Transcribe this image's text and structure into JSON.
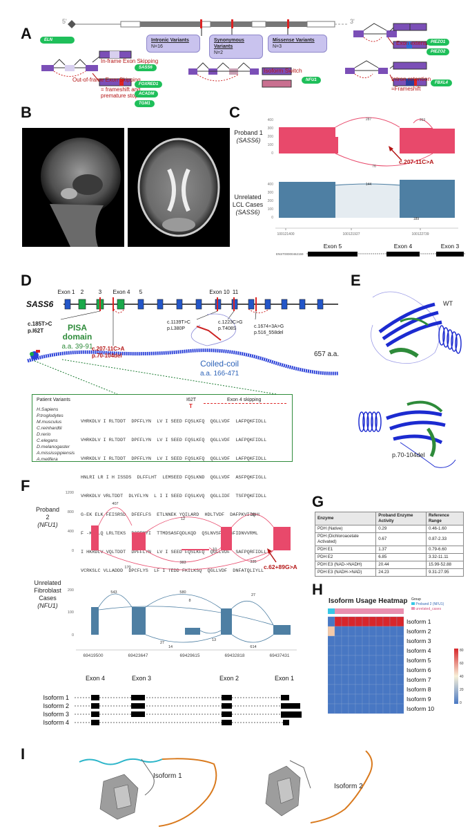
{
  "panels": {
    "a": "A",
    "b": "B",
    "c": "C",
    "d": "D",
    "e": "E",
    "f": "F",
    "g": "G",
    "h": "H",
    "i": "I"
  },
  "panel_a": {
    "five_prime": "5'",
    "three_prime": "3'",
    "gene_eln": "ELN",
    "intronic": {
      "title": "Intronic Variants",
      "n": "N=16"
    },
    "synonymous": {
      "title": "Synonymous Variants",
      "n": "N=2"
    },
    "missense": {
      "title": "Missense Variants",
      "n": "N=3"
    },
    "exon_extension": "Exon extension",
    "genes_extension": [
      "PIEZO1",
      "PIEZO2"
    ],
    "inframe": "In-frame Exon Skipping",
    "genes_inframe": [
      "SASS6"
    ],
    "outframe": "Out-of-frame Exon Skipping",
    "frameshift1": "= frameshift and",
    "frameshift2": "premature stop codon",
    "genes_outframe": [
      "FOXRED1",
      "ACADM",
      "TGM1"
    ],
    "isoform_switch": "Isoform Switch",
    "genes_isoform": [
      "NFU1"
    ],
    "intron_retention": "Intron retention",
    "frameshift_short": "=Frameshift",
    "genes_retention": [
      "FBXL4"
    ]
  },
  "panel_c": {
    "proband_label1": "Proband 1",
    "proband_label2": "(SASS6)",
    "variant": "c.207-11C>A",
    "control_label1": "Unrelated",
    "control_label2": "LCL Cases",
    "control_label3": "(SASS6)",
    "junctions_top": [
      "287",
      "263",
      "76"
    ],
    "junctions_bottom": [
      "144",
      "189"
    ],
    "yticks": [
      "400",
      "300",
      "200",
      "100",
      "0"
    ],
    "xticks": [
      "100121400",
      "100121927",
      "100122739"
    ],
    "transcript": "ENST00000462159",
    "exons": [
      "Exon 5",
      "Exon 4",
      "Exon 3"
    ]
  },
  "panel_d": {
    "gene": "SASS6",
    "exon_labels": [
      "Exon 1",
      "2",
      "3",
      "Exon 4",
      "5",
      "Exon 10",
      "11"
    ],
    "v1a": "c.185T>C",
    "v1b": "p.I62T",
    "pisa1": "PISA",
    "pisa2": "domain",
    "pisa3": "a.a. 39-91",
    "v2a": "c.207-11C>A",
    "v2b": "p.70-104del",
    "v3a": "c.1139T>C",
    "v3b": "p.L380P",
    "v4a": "c.1223C>G",
    "v4b": "p.T408S",
    "v5a": "c.1674+3A>G",
    "v5b": "p.516_558del",
    "length": "657 a.a.",
    "coil1": "Coiled-coil",
    "coil2": "a.a. 166-471",
    "msa_header": "Patient Variants",
    "msa_i62t": "I62T",
    "msa_exon4": "Exon 4 skipping",
    "species": [
      "H.Sapiens",
      "P.troglodytes",
      "M.musculus",
      "C.reinhardtii",
      "D.rerio",
      "C.elegans",
      "D.melanogaster",
      "A.mississippiensis",
      "A.melifera"
    ],
    "seqs": [
      "VHRKDLV I RLTDDT  DPFFLYN  LV I SEED FQSLKFQ  QGLLVDF  LAFPQKFIDLL",
      "VHRKDLV I RLTDDT  DPFFLYN  LV I SEED FQSLKFQ  QGLLVDF  LAFPQKFIDLL",
      "VHRKDLV I RLTDDT  DPFFLYN  LV I SEED FQSLKFQ  QGLLVDF  LAFPQKFIDLL",
      "HNLRI LR I H ISSDS  DLFFLHT  LEMSEED FQSLKND  QGLLVDF  ASFPQKFIGLL",
      "VHRKDLV VRLTDDT  DLYFLYN  L I I SEED FQSLKVQ  QGLLIDF  TSFPQKFIDLL",
      "G-EK ELK FEISRSD  DFEFLFS  ETLNNEK YQILARD  HDLTVDF  DAFPKVIIQHL",
      "F -KELLQ LRLTEKS  DQRRMYI  TTMDSASFQDLKQD  QSLNVSF  SGFIDNVVRML",
      "I HKRDLV VQLTDDT  DPFFLYN  LV I SEED FQSLKFQ  QGLLVDF  SAFPQRFIDLL",
      "VCRKSLC VLLADDD  DPCFLYS  LF I TEDD FKILKSQ  QGLLVDF  DNFATQLIYLL"
    ]
  },
  "panel_e": {
    "wt": "WT",
    "mut": "p.70-104del"
  },
  "panel_f": {
    "proband_label1": "Proband",
    "proband_label2": "2",
    "proband_label3": "(NFU1)",
    "variant": "c.62+89G>A",
    "control_label1": "Unrelated",
    "control_label2": "Fibroblast",
    "control_label3": "Cases",
    "control_label4": "(NFU1)",
    "yticks_top": [
      "1200",
      "800",
      "400",
      "0"
    ],
    "yticks_bottom": [
      "200",
      "100",
      "0"
    ],
    "junctions_top": [
      "407",
      "12",
      "26",
      "10",
      "383",
      "170",
      "335"
    ],
    "junctions_bottom": [
      "543",
      "580",
      "27",
      "8",
      "27",
      "14",
      "13",
      "614"
    ],
    "xticks": [
      "69419500",
      "69423647",
      "69429615",
      "69432818",
      "69437431"
    ],
    "exons": [
      "Exon 4",
      "Exon 3",
      "Exon 2",
      "Exon 1"
    ],
    "isoforms": [
      "Isoform 1",
      "Isoform 2",
      "Isoform 3",
      "Isoform 4"
    ]
  },
  "panel_g": {
    "headers": [
      "Enzyme",
      "Proband Enzyme Activity",
      "Reference Range"
    ],
    "rows": [
      [
        "PDH (Native)",
        "0.29",
        "0.46-1.60"
      ],
      [
        "PDH (Dichloroacetate Activated)",
        "0.67",
        "0.87-2.33"
      ],
      [
        "PDH E1",
        "1.37",
        "0.79-6.60"
      ],
      [
        "PDH E2",
        "6.85",
        "3.32-11.11"
      ],
      [
        "PDH E3 (NAD->NADH)",
        "20.44",
        "15.99-52.88"
      ],
      [
        "PDH E3 (NADH->NAD)",
        "24.23",
        "9.31-27.95"
      ]
    ]
  },
  "panel_h": {
    "title": "Isoform Usage Heatmap",
    "legend_title": "Group",
    "legend_items": [
      "Proband 2 (NFU1)",
      "unrelated_cases"
    ],
    "rows": [
      "Isoform 1",
      "Isoform 2",
      "Isoform 3",
      "Isoform 4",
      "Isoform 5",
      "Isoform 6",
      "Isoform 7",
      "Isoform 8",
      "Isoform 9",
      "Isoform 10"
    ],
    "scale": [
      "80",
      "60",
      "40",
      "20",
      "0"
    ]
  },
  "panel_i": {
    "iso1": "Isoform 1",
    "iso2": "Isoform 2"
  },
  "colors": {
    "proband": "#e8496b",
    "control": "#4e7fa3",
    "pill": "#1fbf5a",
    "red": "#b41414",
    "exon_blue": "#2356c8",
    "exon_green": "#1aa84a"
  }
}
